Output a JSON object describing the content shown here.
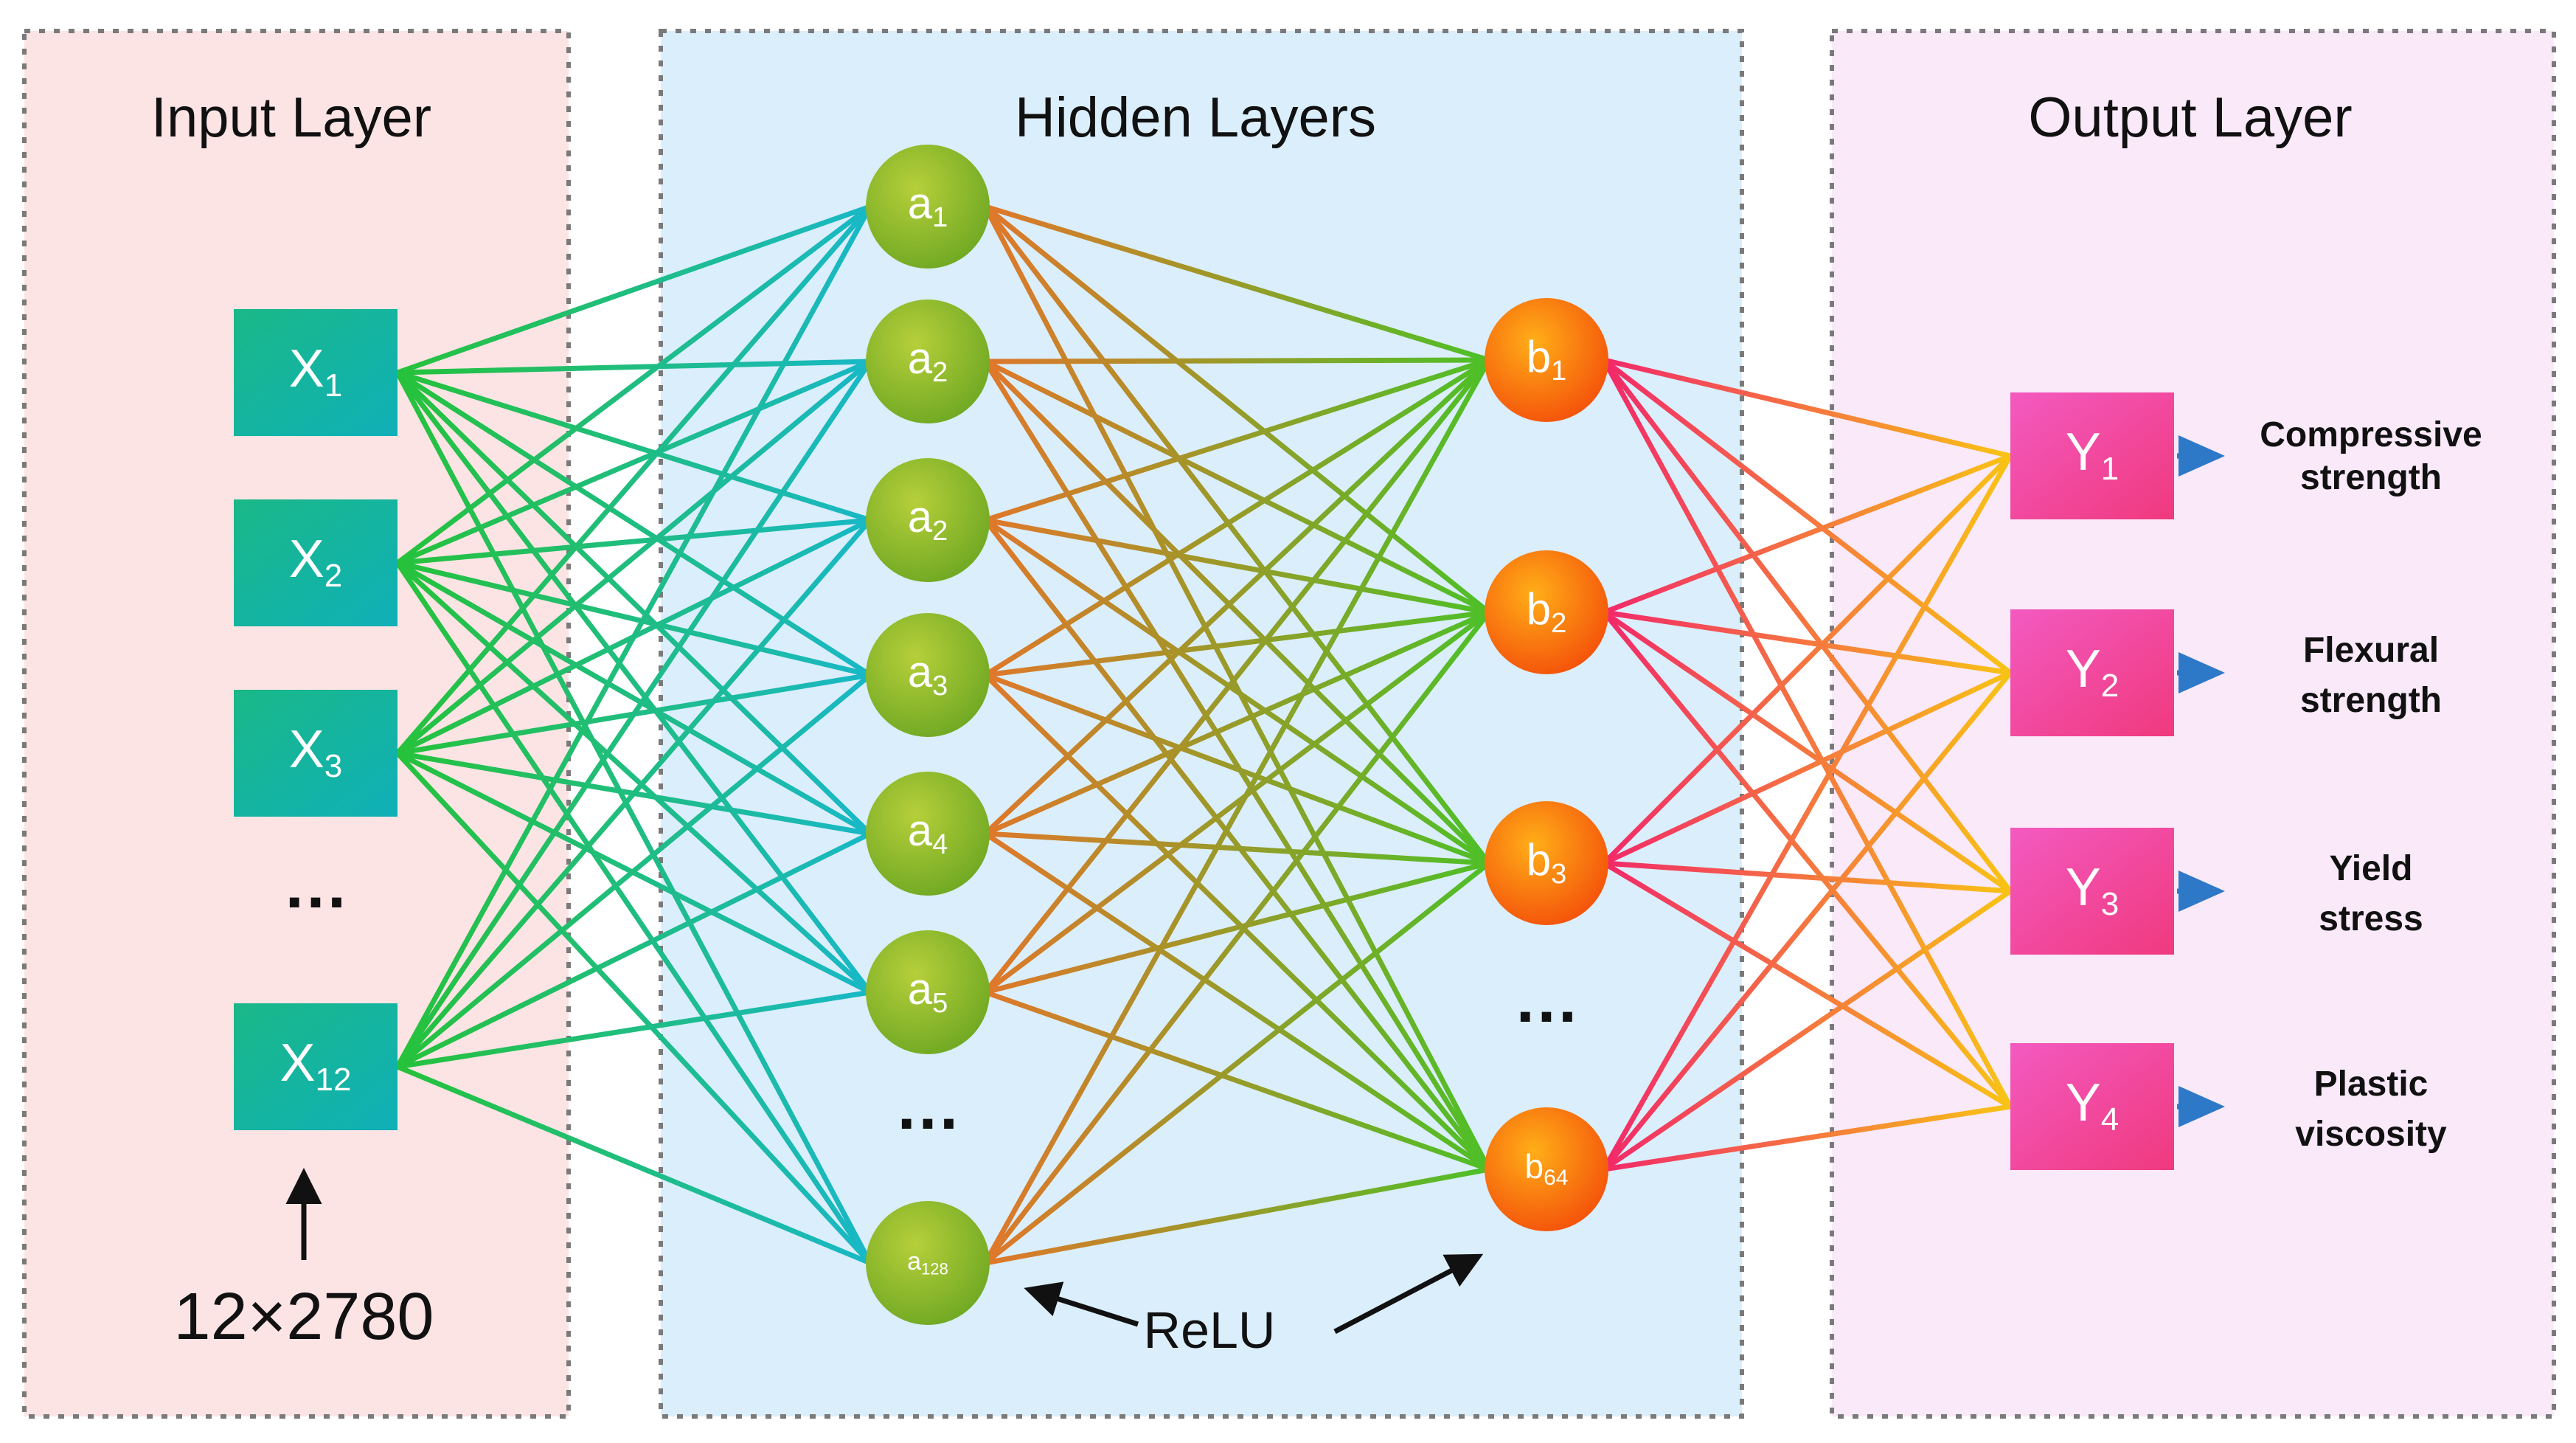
{
  "panels": {
    "input": {
      "title": "Input Layer"
    },
    "hidden": {
      "title": "Hidden Layers"
    },
    "output": {
      "title": "Output Layer"
    }
  },
  "input_nodes": [
    {
      "base": "X",
      "sub": "1"
    },
    {
      "base": "X",
      "sub": "2"
    },
    {
      "base": "X",
      "sub": "3"
    },
    {
      "base": "X",
      "sub": "12"
    }
  ],
  "input_ellipsis": "…",
  "input_shape": "12×2780",
  "hidden1_nodes": [
    {
      "base": "a",
      "sub": "1"
    },
    {
      "base": "a",
      "sub": "2"
    },
    {
      "base": "a",
      "sub": "2"
    },
    {
      "base": "a",
      "sub": "3"
    },
    {
      "base": "a",
      "sub": "4"
    },
    {
      "base": "a",
      "sub": "5"
    },
    {
      "base": "a",
      "sub": "128"
    }
  ],
  "hidden1_ellipsis": "…",
  "hidden2_nodes": [
    {
      "base": "b",
      "sub": "1"
    },
    {
      "base": "b",
      "sub": "2"
    },
    {
      "base": "b",
      "sub": "3"
    },
    {
      "base": "b",
      "sub": "64"
    }
  ],
  "hidden2_ellipsis": "…",
  "activation": "ReLU",
  "output_nodes": [
    {
      "base": "Y",
      "sub": "1",
      "label_lines": [
        "Compressive",
        "strength"
      ]
    },
    {
      "base": "Y",
      "sub": "2",
      "label_lines": [
        "Flexural",
        "strength"
      ]
    },
    {
      "base": "Y",
      "sub": "3",
      "label_lines": [
        "Yield",
        "stress"
      ]
    },
    {
      "base": "Y",
      "sub": "4",
      "label_lines": [
        "Plastic",
        "viscosity"
      ]
    }
  ],
  "colors": {
    "input_panel_bg": "#fde4e4",
    "hidden_panel_bg": "#dbeefb",
    "output_panel_bg": "#f9e9f9",
    "panel_border": "#7a7a7a",
    "input_node": "#14b59a",
    "hidden1_node": "#8cb52c",
    "hidden2_node": "#f86a10",
    "output_node": "#f24aa6",
    "edge_in_start": "#26c23a",
    "edge_in_end": "#18b8c8",
    "edge_mid_start": "#e0772a",
    "edge_mid_end": "#4dc028",
    "edge_out_start": "#f2286a",
    "edge_out_end": "#f8c414",
    "arrow_blue": "#2e78c8"
  }
}
